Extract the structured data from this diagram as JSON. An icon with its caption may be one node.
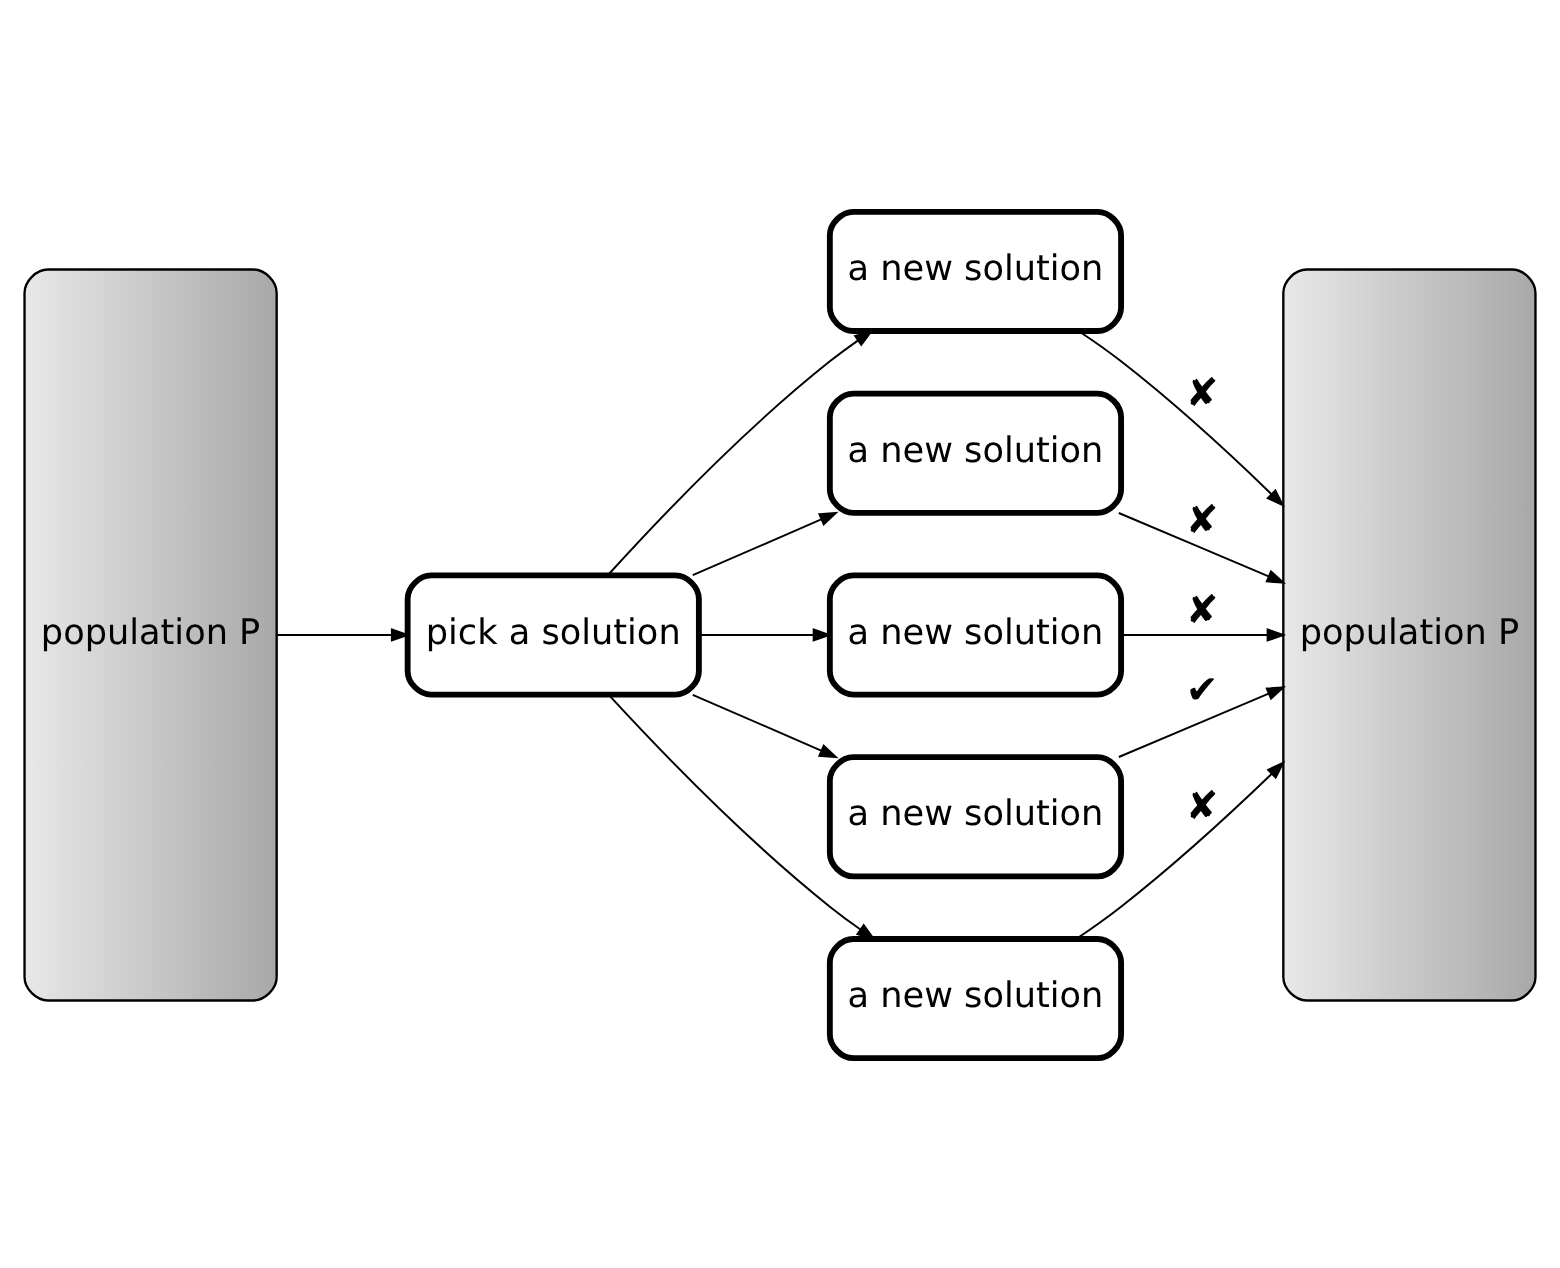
{
  "diagram": {
    "nodes": [
      {
        "text": [
          "population P"
        ]
      },
      {
        "text": [
          "pick a solution"
        ]
      },
      {
        "text": [
          "a new solution"
        ]
      },
      {
        "text": [
          "a new solution"
        ]
      },
      {
        "text": [
          "a new solution"
        ]
      },
      {
        "text": [
          "a new solution"
        ]
      },
      {
        "text": [
          "a new solution"
        ]
      },
      {
        "text": [
          "population P"
        ]
      }
    ],
    "edges": [
      {
        "from": 0,
        "to": 1,
        "arrow": "to"
      },
      {
        "from": 1,
        "to": 2,
        "arrow": "to"
      },
      {
        "from": 1,
        "to": 3,
        "arrow": "to"
      },
      {
        "from": 1,
        "to": 4,
        "arrow": "to"
      },
      {
        "from": 1,
        "to": 5,
        "arrow": "to"
      },
      {
        "from": 1,
        "to": 6,
        "arrow": "to"
      },
      {
        "from": 2,
        "to": 7,
        "label": "✘",
        "arrow": "to"
      },
      {
        "from": 3,
        "to": 7,
        "label": "✘",
        "arrow": "to"
      },
      {
        "from": 4,
        "to": 7,
        "label": "✘",
        "arrow": "to"
      },
      {
        "from": 5,
        "to": 7,
        "label": "✔",
        "arrow": "to"
      },
      {
        "from": 6,
        "to": 7,
        "label": "✘",
        "arrow": "to"
      }
    ]
  }
}
